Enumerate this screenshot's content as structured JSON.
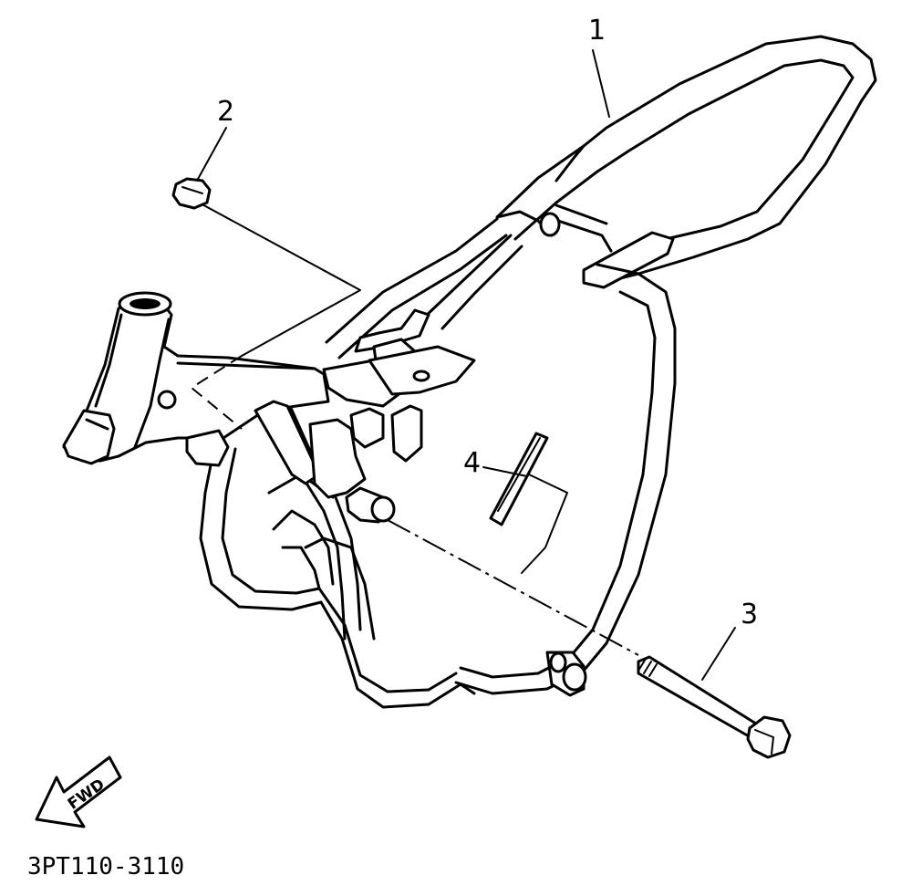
{
  "callouts": [
    {
      "id": "frame",
      "label": "1"
    },
    {
      "id": "nut",
      "label": "2"
    },
    {
      "id": "bolt",
      "label": "3"
    },
    {
      "id": "label",
      "label": "4"
    }
  ],
  "forward_arrow": {
    "label": "FWD"
  },
  "diagram_code": "3PT110-3110"
}
